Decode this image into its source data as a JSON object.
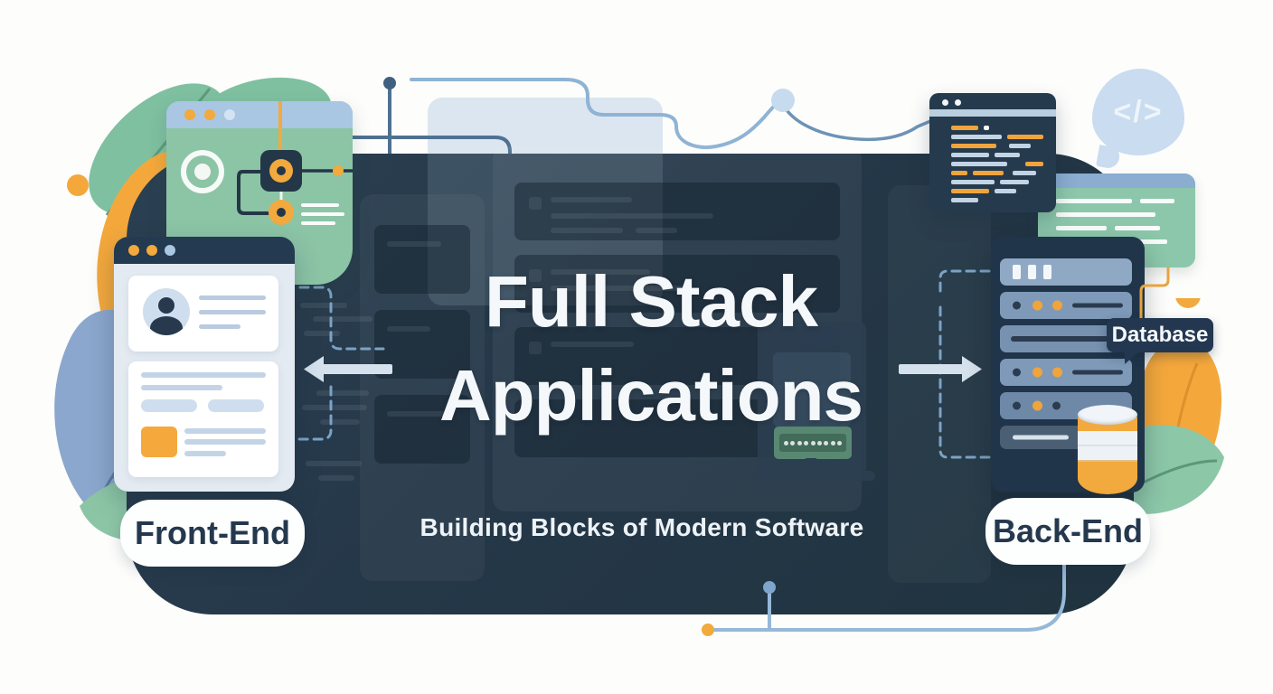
{
  "title": {
    "line1": "Full Stack",
    "line2": "Applications"
  },
  "subtitle": "Building Blocks of Modern Software",
  "labels": {
    "front_end": "Front-End",
    "back_end": "Back-End",
    "database": "Database"
  },
  "speech_bubble": {
    "glyph": "</>"
  },
  "palette": {
    "container_navy": "#253849",
    "window_navy": "#243a50",
    "accent_orange": "#f2a93d",
    "green_window": "#8cc4a6",
    "header_blue": "#a9c6e2",
    "steel_line": "#8fb3d4",
    "arrow_gray": "#d5e1ec",
    "leaf_blue": "#7f9cc4",
    "white_card": "#ffffff"
  },
  "code_window": {
    "lines": [
      [
        {
          "c": "o",
          "w": 30
        },
        {
          "c": "w",
          "w": 6
        }
      ],
      [
        {
          "c": "b",
          "w": 56
        },
        {
          "c": "o",
          "w": 40
        }
      ],
      [
        {
          "c": "o",
          "w": 50
        },
        {
          "c": "b",
          "w": 24,
          "ml": 8
        }
      ],
      [
        {
          "c": "b",
          "w": 42
        },
        {
          "c": "b",
          "w": 28
        }
      ],
      [
        {
          "c": "b",
          "w": 62
        },
        {
          "c": "o",
          "w": 20,
          "ml": 14
        }
      ],
      [
        {
          "c": "o",
          "w": 18
        },
        {
          "c": "o",
          "w": 34
        },
        {
          "c": "b",
          "w": 26,
          "ml": 4
        }
      ],
      [
        {
          "c": "b",
          "w": 48
        },
        {
          "c": "b",
          "w": 32
        }
      ],
      [
        {
          "c": "o",
          "w": 42
        },
        {
          "c": "b",
          "w": 24
        }
      ],
      [
        {
          "c": "b",
          "w": 30
        }
      ]
    ]
  },
  "server": {
    "slots": [
      {
        "bg": "#8fa9c4",
        "type": "vents"
      },
      {
        "bg": "#7e9ab8",
        "type": "dots-line",
        "dots": [
          "dark",
          "orange",
          "orange"
        ]
      },
      {
        "bg": "#7792b0",
        "type": "line"
      },
      {
        "bg": "#7e9ab8",
        "type": "dots-line",
        "dots": [
          "dark",
          "orange",
          "orange"
        ]
      },
      {
        "bg": "#6e89a7",
        "type": "dots",
        "dots": [
          "dark",
          "orange",
          "dark"
        ]
      },
      {
        "bg": "#4a5e74",
        "type": "line-light"
      }
    ]
  },
  "green_card": {
    "rows": [
      [
        84,
        38
      ],
      [
        110
      ],
      [
        56,
        50
      ],
      [
        36,
        78
      ]
    ]
  },
  "keyboard_dots": 9
}
